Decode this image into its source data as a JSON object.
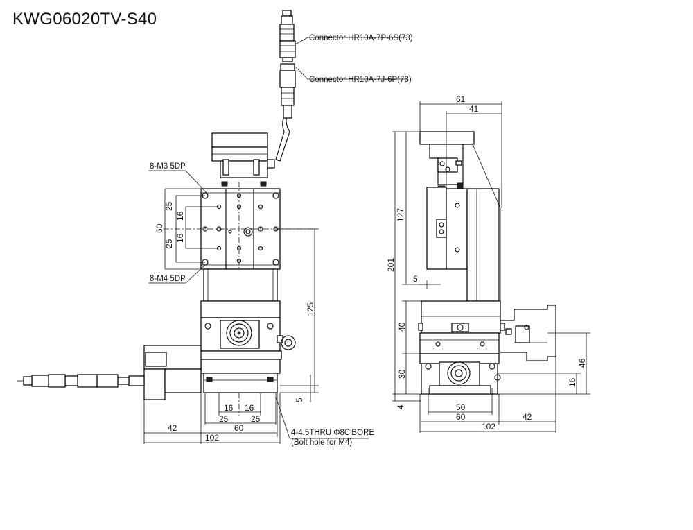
{
  "title": "KWG06020TV-S40",
  "callouts": {
    "connector_top": "Connector HR10A-7P-6S(73)",
    "connector_bottom": "Connector HR10A-7J-6P(73)",
    "m3_holes": "8-M3 5DP",
    "m4_holes": "8-M4 5DP",
    "thru_holes": "4-4.5THRU Φ8C'BORE",
    "bolt_note": "(Bolt hole for M4)"
  },
  "front_view": {
    "dims": {
      "v25_top": "25",
      "v16_top": "16",
      "v60": "60",
      "v16_bot": "16",
      "v25_bot": "25",
      "v125": "125",
      "v5": "5",
      "h16_left": "16",
      "h16_right": "16",
      "h25_left": "25",
      "h25_right": "25",
      "h42": "42",
      "h60": "60",
      "h102": "102"
    }
  },
  "side_view": {
    "dims": {
      "h61": "61",
      "h41": "41",
      "v201": "201",
      "v127": "127",
      "h5": "5",
      "v40": "40",
      "v30": "30",
      "v4": "4",
      "v46": "46",
      "v16": "16",
      "h50": "50",
      "h60": "60",
      "h42": "42",
      "h102": "102"
    }
  }
}
